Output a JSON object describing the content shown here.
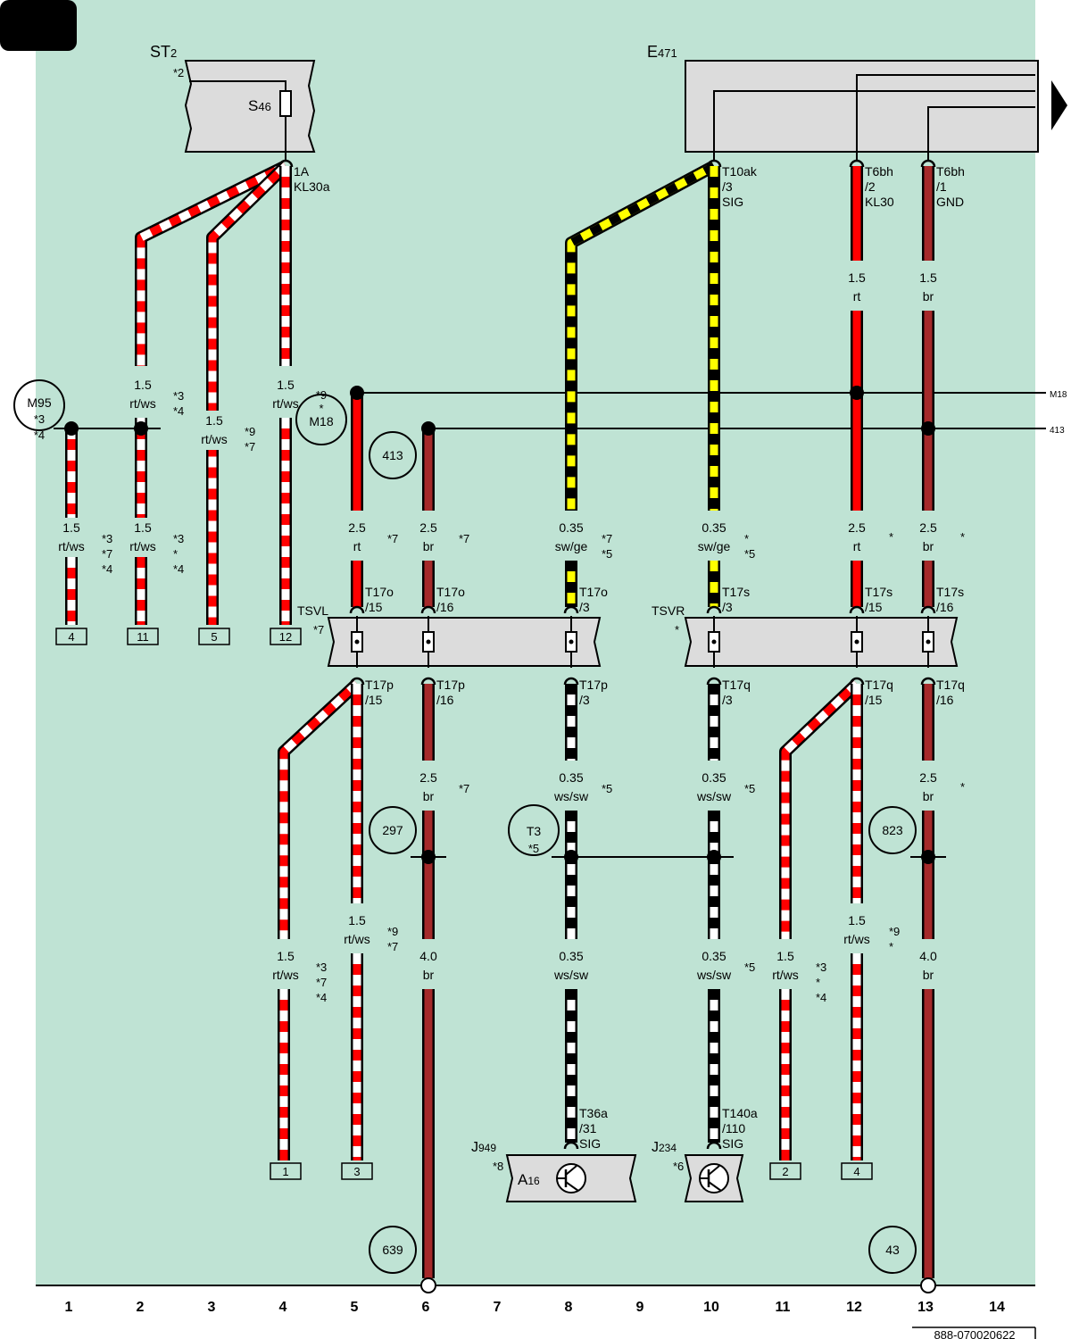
{
  "corner_badge": "",
  "doc_code": "888-070020622",
  "columns": [
    "1",
    "2",
    "3",
    "4",
    "5",
    "6",
    "7",
    "8",
    "9",
    "10",
    "11",
    "12",
    "13",
    "14"
  ],
  "colors": {
    "background": "#bfe3d4",
    "component_fill": "#dcdcdc",
    "red": "#ff0000",
    "brown": "#a52a2a",
    "yellow": "#ffff00",
    "black": "#000000",
    "white": "#ffffff"
  },
  "components": {
    "st2": {
      "name": "ST",
      "sub": "2",
      "note": "*2"
    },
    "s46": {
      "name": "S",
      "sub": "46"
    },
    "e471": {
      "name": "E",
      "sub": "471"
    },
    "tsvl": {
      "name": "TSVL",
      "note": "*7"
    },
    "tsvr": {
      "name": "TSVR",
      "note": "*"
    },
    "j949": {
      "name": "J",
      "sub": "949",
      "note": "*8"
    },
    "a16": {
      "name": "A",
      "sub": "16"
    },
    "j234": {
      "name": "J",
      "sub": "234",
      "note": "*6"
    }
  },
  "pins": {
    "st2_1a": [
      "1A",
      "KL30a"
    ],
    "e471_t10ak": [
      "T10ak",
      "/3",
      "SIG"
    ],
    "e471_t6bh2": [
      "T6bh",
      "/2",
      "KL30"
    ],
    "e471_t6bh1": [
      "T6bh",
      "/1",
      "GND"
    ],
    "t17o15": [
      "T17o",
      "/15"
    ],
    "t17o16": [
      "T17o",
      "/16"
    ],
    "t17o3": [
      "T17o",
      "/3"
    ],
    "t17s3": [
      "T17s",
      "/3"
    ],
    "t17s15": [
      "T17s",
      "/15"
    ],
    "t17s16": [
      "T17s",
      "/16"
    ],
    "t17p15": [
      "T17p",
      "/15"
    ],
    "t17p16": [
      "T17p",
      "/16"
    ],
    "t17p3": [
      "T17p",
      "/3"
    ],
    "t17q3": [
      "T17q",
      "/3"
    ],
    "t17q15": [
      "T17q",
      "/15"
    ],
    "t17q16": [
      "T17q",
      "/16"
    ],
    "t36a": [
      "T36a",
      "/31",
      "SIG"
    ],
    "t140a": [
      "T140a",
      "/110",
      "SIG"
    ]
  },
  "wire_labels": {
    "c2_top": [
      "1.5",
      "rt/ws"
    ],
    "c3_top": [
      "1.5",
      "rt/ws"
    ],
    "c4_top": [
      "1.5",
      "rt/ws"
    ],
    "c12_top": [
      "1.5",
      "rt"
    ],
    "c13_top": [
      "1.5",
      "br"
    ],
    "c1_mid": [
      "1.5",
      "rt/ws"
    ],
    "c2_mid": [
      "1.5",
      "rt/ws"
    ],
    "c5_mid": [
      "2.5",
      "rt"
    ],
    "c6_mid": [
      "2.5",
      "br"
    ],
    "c8_mid": [
      "0.35",
      "sw/ge"
    ],
    "c10_mid": [
      "0.35",
      "sw/ge"
    ],
    "c12_mid": [
      "2.5",
      "rt"
    ],
    "c13_mid": [
      "2.5",
      "br"
    ],
    "c6_low": [
      "2.5",
      "br"
    ],
    "c8_low": [
      "0.35",
      "ws/sw"
    ],
    "c10_low": [
      "0.35",
      "ws/sw"
    ],
    "c13_low": [
      "2.5",
      "br"
    ],
    "c4_bot": [
      "1.5",
      "rt/ws"
    ],
    "c5_bot": [
      "1.5",
      "rt/ws"
    ],
    "c6_bot": [
      "4.0",
      "br"
    ],
    "c8_bot": [
      "0.35",
      "ws/sw"
    ],
    "c10_bot": [
      "0.35",
      "ws/sw"
    ],
    "c11_bot": [
      "1.5",
      "rt/ws"
    ],
    "c12_bot": [
      "1.5",
      "rt/ws"
    ],
    "c13_bot": [
      "4.0",
      "br"
    ]
  },
  "notes": {
    "n_c2top": [
      "*3",
      "*4"
    ],
    "n_c3top": [
      "*9",
      "*7"
    ],
    "n_c1mid": [
      "*3",
      "*7",
      "*4"
    ],
    "n_c2mid": [
      "*3",
      "*",
      "*4"
    ],
    "n_c5mid": [
      "*7"
    ],
    "n_c6mid": [
      "*7"
    ],
    "n_c8mid": [
      "*7",
      "*5"
    ],
    "n_c10mid": [
      "*",
      "*5"
    ],
    "n_c12mid": [
      "*"
    ],
    "n_c13mid": [
      "*"
    ],
    "n_c6low": [
      "*7"
    ],
    "n_c8low": [
      "*5"
    ],
    "n_c10low": [
      "*5"
    ],
    "n_c13low": [
      "*"
    ],
    "n_c4bot": [
      "*3",
      "*7",
      "*4"
    ],
    "n_c5bot": [
      "*9",
      "*7"
    ],
    "n_c10bot": [
      "*5"
    ],
    "n_c11bot": [
      "*3",
      "*",
      "*4"
    ],
    "n_c12bot": [
      "*9",
      "*"
    ]
  },
  "ground_points": {
    "m95": {
      "label": "M95",
      "notes": [
        "*3",
        "*4"
      ]
    },
    "m18": {
      "label": "M18",
      "notes": [
        "*9",
        "*"
      ]
    },
    "t3": {
      "label": "T3",
      "notes": [
        "*5"
      ]
    }
  },
  "circles": {
    "c413": "413",
    "c297": "297",
    "c823": "823",
    "c639": "639",
    "c43": "43"
  },
  "line_refs": {
    "m18": "M18",
    "r413": "413"
  },
  "terminals": {
    "t1": "4",
    "t2": "11",
    "t3": "5",
    "t4": "12",
    "b1": "1",
    "b2": "3",
    "b3": "2",
    "b4": "4"
  }
}
